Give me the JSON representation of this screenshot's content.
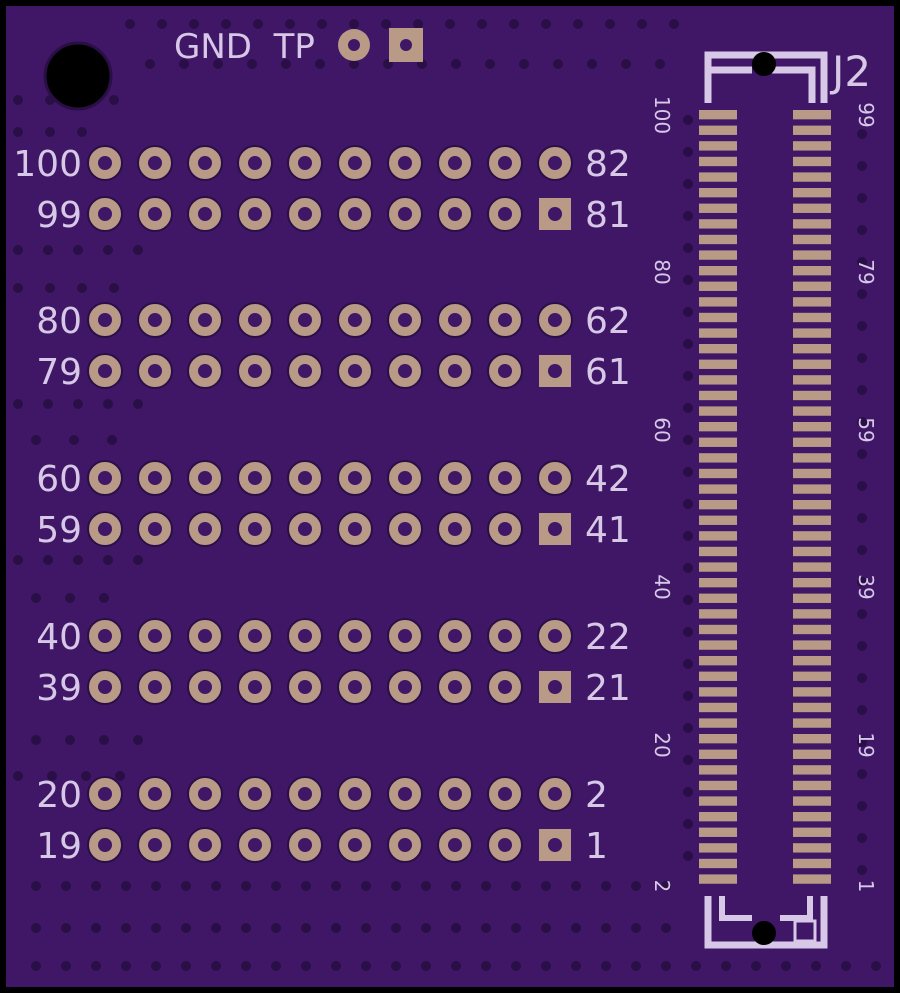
{
  "board": {
    "background": "#3f1766",
    "silkscreen_color": "#d6c8e6",
    "pad_color": "#b89a86",
    "via_color": "#2a0f47"
  },
  "test_point": {
    "label": "GND  TP"
  },
  "connector": {
    "designator": "J2",
    "left_pin_labels": [
      "100",
      "80",
      "60",
      "40",
      "20",
      "2"
    ],
    "right_pin_labels": [
      "99",
      "79",
      "59",
      "39",
      "19",
      "1"
    ],
    "pad_rows": 50
  },
  "header_groups": [
    {
      "top": {
        "left_label": "100",
        "right_label": "82"
      },
      "bottom": {
        "left_label": "99",
        "right_label": "81"
      }
    },
    {
      "top": {
        "left_label": "80",
        "right_label": "62"
      },
      "bottom": {
        "left_label": "79",
        "right_label": "61"
      }
    },
    {
      "top": {
        "left_label": "60",
        "right_label": "42"
      },
      "bottom": {
        "left_label": "59",
        "right_label": "41"
      }
    },
    {
      "top": {
        "left_label": "40",
        "right_label": "22"
      },
      "bottom": {
        "left_label": "39",
        "right_label": "21"
      }
    },
    {
      "top": {
        "left_label": "20",
        "right_label": "2"
      },
      "bottom": {
        "left_label": "19",
        "right_label": "1"
      }
    }
  ]
}
